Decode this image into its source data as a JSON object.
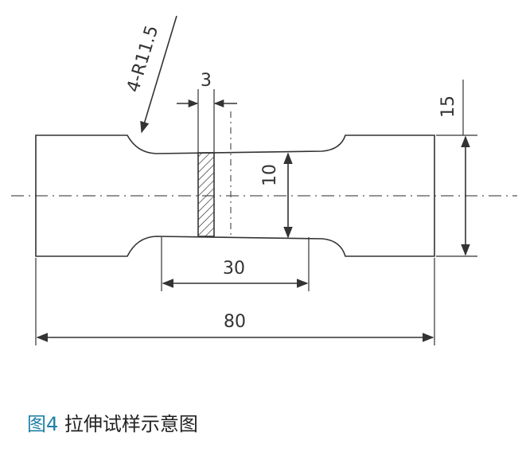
{
  "drawing": {
    "callout_radius": "4-R11.5",
    "dim_thickness": "3",
    "dim_height": "15",
    "dim_width_gauge": "10",
    "dim_gauge_length": "30",
    "dim_total_length": "80"
  },
  "caption": {
    "figure_label": "图4",
    "title": "拉伸试样示意图"
  },
  "colors": {
    "line": "#333333",
    "hatch": "#333333",
    "caption_accent": "#1f7fa8"
  }
}
